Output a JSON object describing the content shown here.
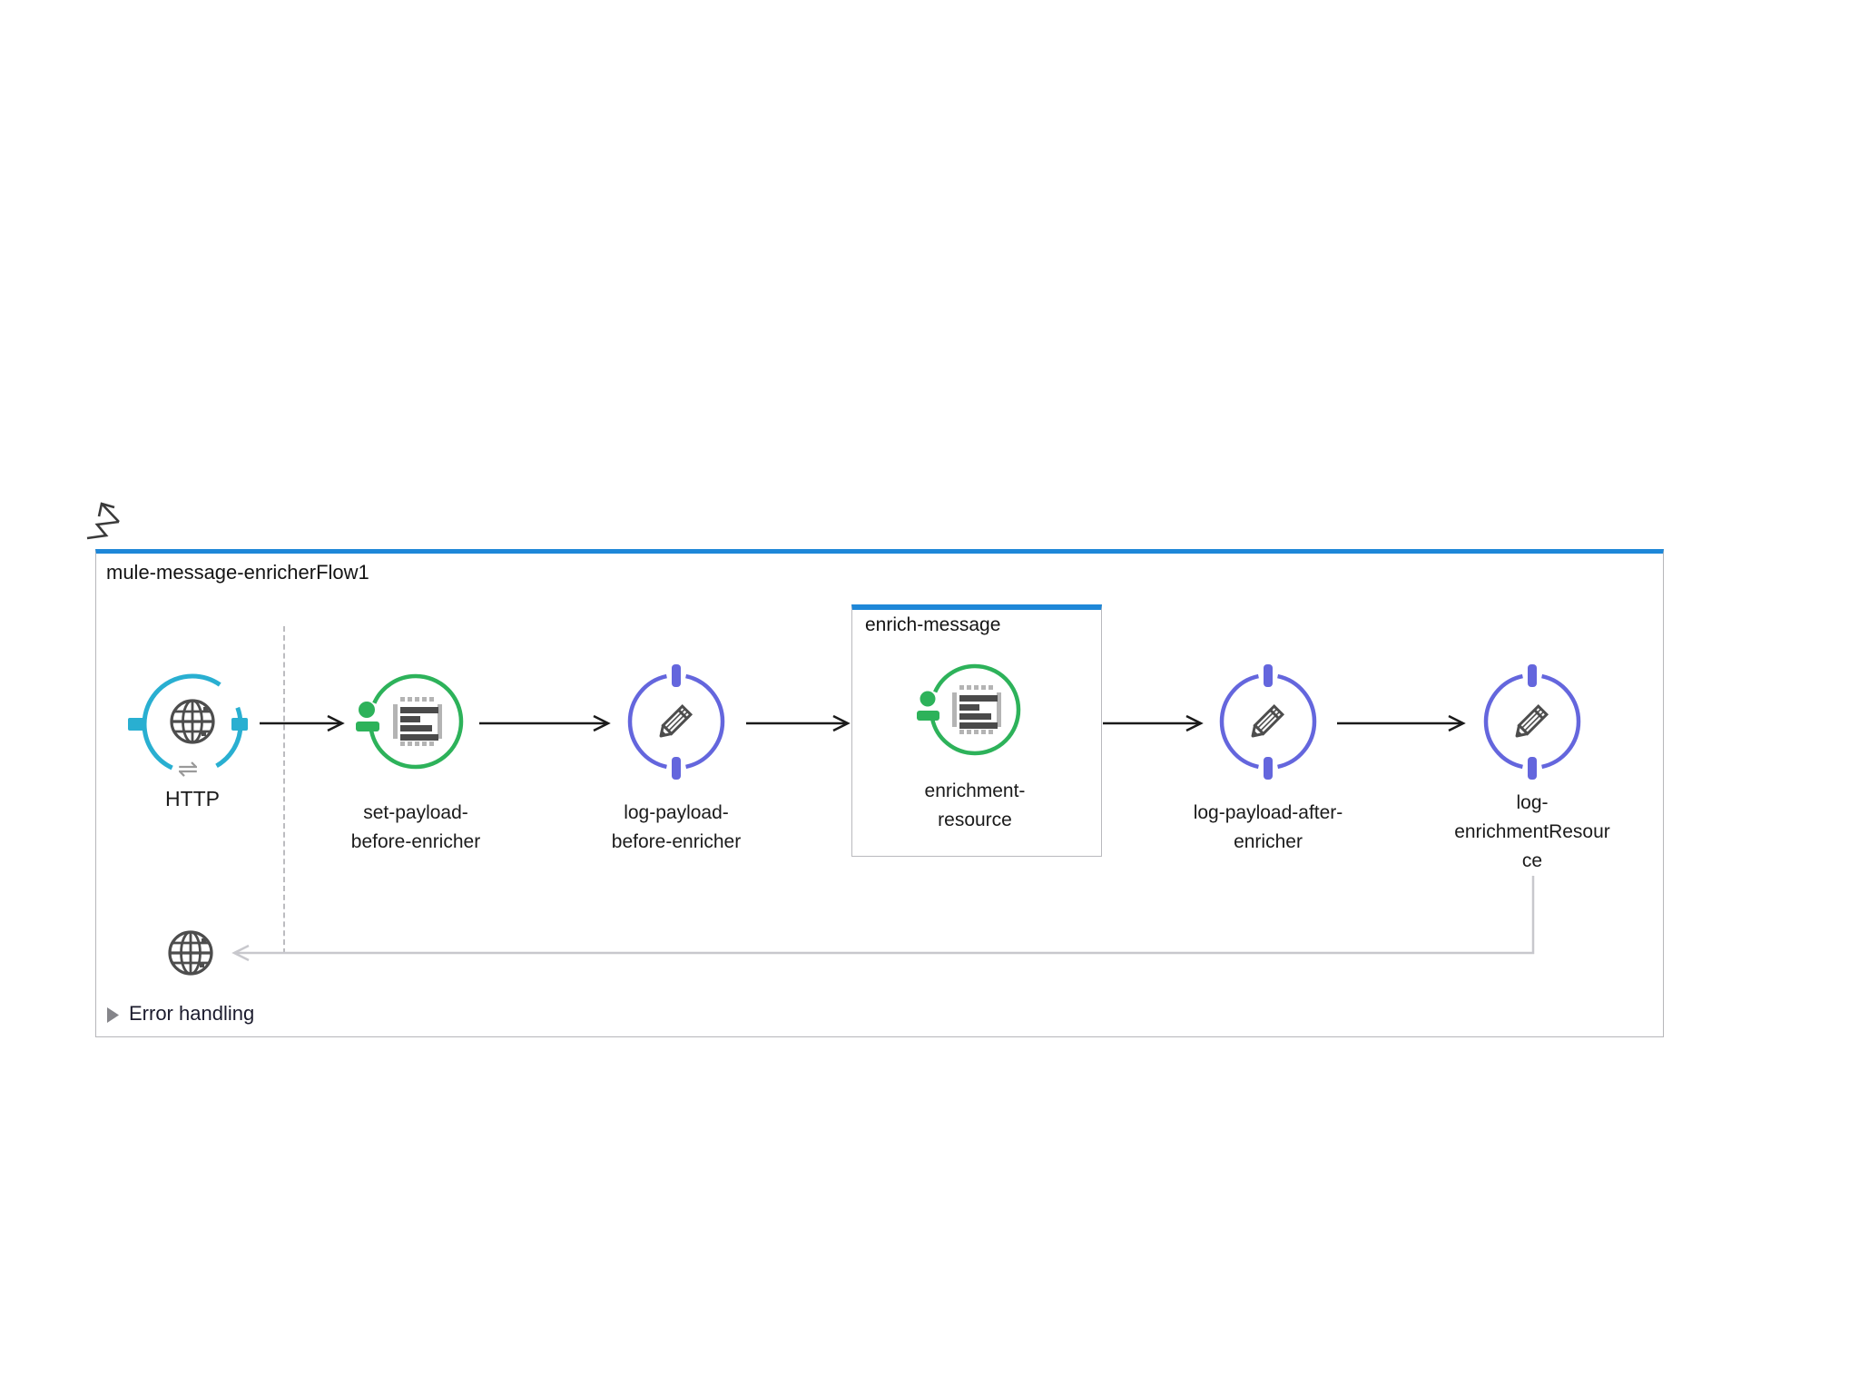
{
  "flow": {
    "title": "mule-message-enricherFlow1",
    "error_handling_label": "Error handling"
  },
  "scope": {
    "title": "enrich-message"
  },
  "nodes": [
    {
      "id": "http",
      "type": "http-listener",
      "icon": "globe-icon",
      "label_lines": [
        "HTTP"
      ]
    },
    {
      "id": "set-payload-before-enricher",
      "type": "set-payload",
      "icon": "set-payload-icon",
      "label_lines": [
        "set-payload-",
        "before-enricher"
      ]
    },
    {
      "id": "log-payload-before-enricher",
      "type": "logger",
      "icon": "pencil-icon",
      "label_lines": [
        "log-payload-",
        "before-enricher"
      ]
    },
    {
      "id": "enrichment-resource",
      "type": "set-payload",
      "icon": "set-payload-icon",
      "label_lines": [
        "enrichment-",
        "resource"
      ]
    },
    {
      "id": "log-payload-after-enricher",
      "type": "logger",
      "icon": "pencil-icon",
      "label_lines": [
        "log-payload-after-",
        "enricher"
      ]
    },
    {
      "id": "log-enrichmentResource",
      "type": "logger",
      "icon": "pencil-icon",
      "label_lines": [
        "log-",
        "enrichmentResour",
        "ce"
      ]
    }
  ],
  "response_endpoint": {
    "icon": "globe-icon"
  },
  "colors": {
    "accent_blue": "#1e87d8",
    "http_cyan": "#29afd1",
    "connector_green": "#2db25a",
    "logger_purple": "#6466dd",
    "arrow_black": "#1a1a1a",
    "return_gray": "#c8c8cd",
    "border_gray": "#b6b6ba",
    "icon_gray": "#4d4d4d"
  }
}
